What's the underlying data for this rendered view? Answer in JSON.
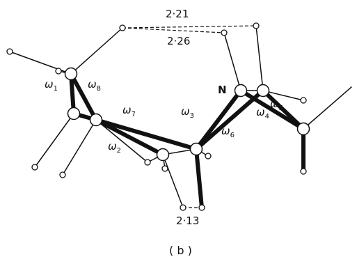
{
  "figure": {
    "panel_label": "( b )",
    "atom_label": "N",
    "distances": {
      "hbond_upper_1": "2·21",
      "hbond_upper_2": "2·26",
      "hbond_lower": "2·13"
    },
    "torsions": [
      {
        "symbol": "ω",
        "sub": "1"
      },
      {
        "symbol": "ω",
        "sub": "8"
      },
      {
        "symbol": "ω",
        "sub": "7"
      },
      {
        "symbol": "ω",
        "sub": "2"
      },
      {
        "symbol": "ω",
        "sub": "3"
      },
      {
        "symbol": "ω",
        "sub": "6"
      },
      {
        "symbol": "ω",
        "sub": "4"
      },
      {
        "symbol": "ω",
        "sub": "5"
      }
    ]
  }
}
